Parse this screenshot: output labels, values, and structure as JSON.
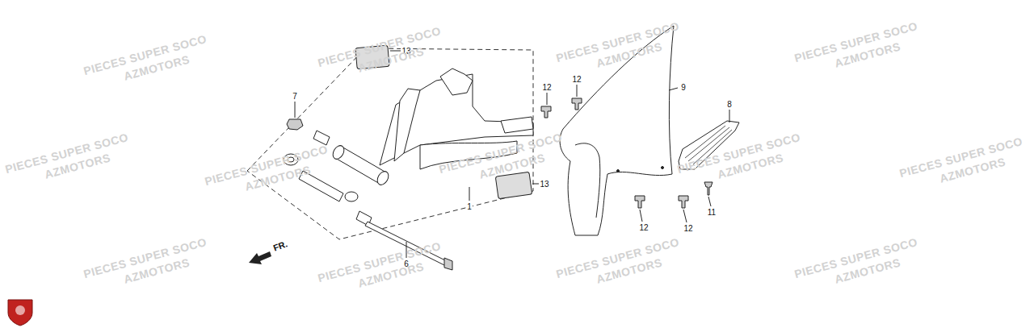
{
  "diagram": {
    "labels": [
      "13",
      "7",
      "12",
      "12",
      "9",
      "8",
      "1",
      "13",
      "12",
      "12",
      "11",
      "6",
      "FR.",
      "PIECES SUPER SOCO",
      "AZMOTORS",
      "PIECES SUPER SOCO",
      "AZMOTORS",
      "PIECES SUPER SOCO",
      "AZMOTORS",
      "PIECES SUPER SOCO",
      "AZMOTORS",
      "PIECES SUPER SOCO",
      "AZMOTORS",
      "PIECES SUPER SOCO",
      "AZMOTORS",
      "PIECES SUPER SOCO",
      "AZMOTORS",
      "PIECES SUPER SOCO",
      "AZMOTORS",
      "PIECES SUPER SOCO",
      "AZMOTORS",
      "PIECES SUPER SOCO",
      "AZMOTORS",
      "PIECES SUPER SOCO",
      "AZMOTORS",
      "PIECES SUPER SOCO",
      "AZMOTORS",
      "PIECES SUPER SOCO",
      "AZMOTORS"
    ]
  }
}
